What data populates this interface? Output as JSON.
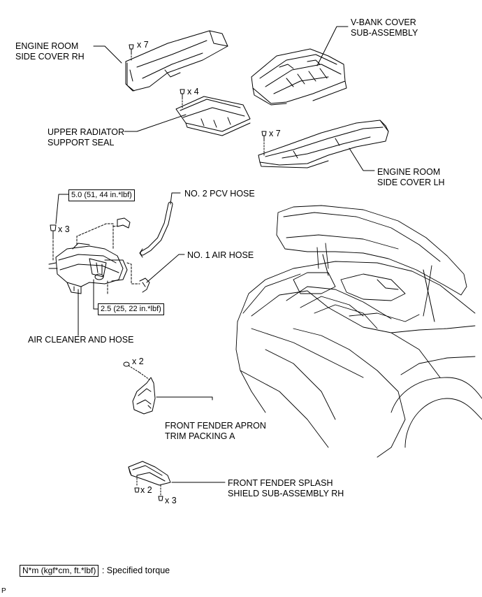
{
  "labels": {
    "engine_room_side_cover_rh": [
      "ENGINE ROOM",
      "SIDE COVER RH"
    ],
    "v_bank_cover": [
      "V-BANK COVER",
      "SUB-ASSEMBLY"
    ],
    "upper_radiator_support_seal": [
      "UPPER RADIATOR",
      "SUPPORT SEAL"
    ],
    "engine_room_side_cover_lh": [
      "ENGINE ROOM",
      "SIDE COVER LH"
    ],
    "no2_pcv_hose": "NO. 2 PCV HOSE",
    "no1_air_hose": "NO. 1 AIR HOSE",
    "air_cleaner_and_hose": "AIR CLEANER AND HOSE",
    "front_fender_apron": [
      "FRONT FENDER APRON",
      "TRIM PACKING A"
    ],
    "front_fender_splash": [
      "FRONT FENDER SPLASH",
      "SHIELD SUB-ASSEMBLY RH"
    ]
  },
  "quantities": {
    "side_cover_rh_clips": "x 7",
    "radiator_seal_clips": "x 4",
    "side_cover_lh_clips": "x 7",
    "air_cleaner_bolts": "x 3",
    "apron_clips": "x 2",
    "splash_clips": "x 2",
    "splash_bolts": "x 3"
  },
  "torques": {
    "air_cleaner_bolt": "5.0 (51, 44 in.*lbf)",
    "hose_clamp": "2.5 (25, 22 in.*lbf)"
  },
  "legend": {
    "box": "N*m (kgf*cm, ft.*lbf)",
    "text": ": Specified torque"
  },
  "corner_mark": "P"
}
